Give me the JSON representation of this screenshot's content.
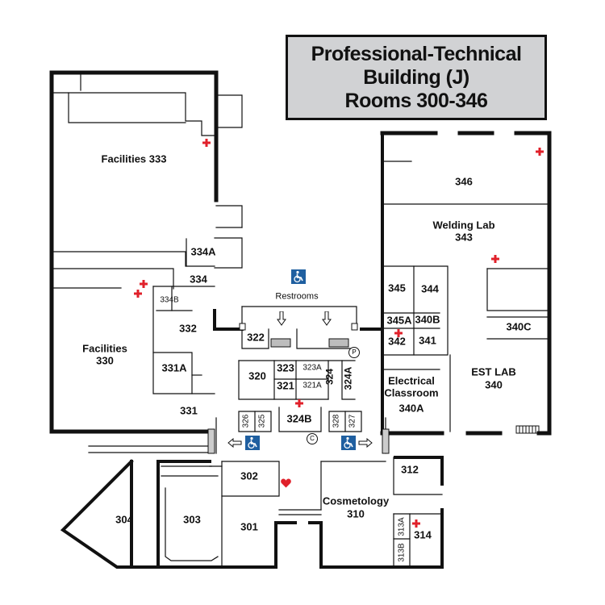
{
  "title": {
    "line1": "Professional-Technical",
    "line2": "Building (J)",
    "line3": "Rooms 300-346"
  },
  "rooms": {
    "r346": "346",
    "welding": "Welding Lab",
    "r343": "343",
    "r345": "345",
    "r344": "344",
    "r345a": "345A",
    "r340b": "340B",
    "r342": "342",
    "r341": "341",
    "r340c": "340C",
    "est": "EST LAB",
    "r340": "340",
    "electrical": "Electrical",
    "classroom": "Classroom",
    "r340a": "340A",
    "facilities333": "Facilities 333",
    "r334a": "334A",
    "r334": "334",
    "r334b": "334B",
    "r332": "332",
    "facilities": "Facilities",
    "r330": "330",
    "r331a": "331A",
    "r331": "331",
    "restrooms": "Restrooms",
    "r322": "322",
    "r320": "320",
    "r323": "323",
    "r323a": "323A",
    "r321": "321",
    "r321a": "321A",
    "r324": "324",
    "r324a": "324A",
    "r324b": "324B",
    "r326": "326",
    "r325": "325",
    "r328": "328",
    "r327": "327",
    "r302": "302",
    "r301": "301",
    "r303": "303",
    "r304": "304",
    "cosmetology": "Cosmetology",
    "r310": "310",
    "r312": "312",
    "r313a": "313A",
    "r313b": "313B",
    "r314": "314"
  },
  "markers": {
    "parking": "P",
    "c": "C"
  },
  "icons": [
    "wheelchair-icon",
    "first-aid-icon",
    "heart-icon",
    "arrow-down-icon",
    "arrow-left-icon",
    "arrow-right-icon"
  ],
  "colors": {
    "wall": "#111111",
    "first_aid": "#e0202a",
    "accessible": "#1f5fa0",
    "title_bg": "#d1d2d4"
  }
}
